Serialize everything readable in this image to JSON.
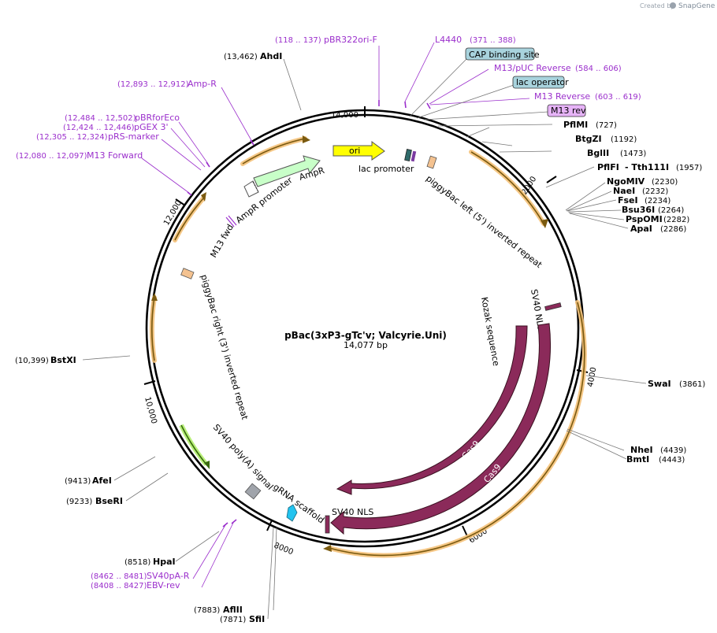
{
  "credit": {
    "prefix": "Created by",
    "brand": "SnapGene"
  },
  "plasmid": {
    "name": "pBac(3xP3-gTc'v; Valcyrie.Uni)",
    "size": "14,077 bp"
  },
  "ticks": [
    "2000",
    "4000",
    "6000",
    "8000",
    "10,000",
    "12,000",
    "14,000"
  ],
  "colors": {
    "primer": "#9b2fcc",
    "cas9": "#8b2a5a",
    "ori": "#ffff00",
    "ampr": "#c8ffc8",
    "orf": "#ff9900"
  },
  "features": {
    "ori": "ori",
    "lac_promoter": "lac promoter",
    "ampr": "AmpR",
    "ampr_promoter": "AmpR promoter",
    "m13_fwd": "M13 fwd",
    "piggybac_left": "piggyBac left (5') inverted repeat",
    "piggybac_right": "piggyBac right (3') inverted repeat",
    "sv40_nls_top": "SV40 NLS",
    "kozak": "Kozak sequence",
    "cas9_inner": "Cas9",
    "cas9_outer": "Cas9",
    "sv40_nls_bottom": "SV40 NLS",
    "grna": "gRNA scaffold",
    "sv40_polya": "SV40 poly(A) signal"
  },
  "boxes": {
    "cap": "CAP binding site",
    "lac_operator": "lac operator",
    "m13_rev": "M13 rev"
  },
  "sites": [
    {
      "name": "AhdI",
      "pos": "(13,462)"
    },
    {
      "name": "PflMI",
      "pos": "(727)"
    },
    {
      "name": "BtgZI",
      "pos": "(1192)"
    },
    {
      "name": "BglII",
      "pos": "(1473)"
    },
    {
      "name": "PflFI",
      "pos": "(1957)"
    },
    {
      "name": "Tth111I",
      "pos": ""
    },
    {
      "name": "NgoMIV",
      "pos": "(2230)"
    },
    {
      "name": "NaeI",
      "pos": "(2232)"
    },
    {
      "name": "FseI",
      "pos": "(2234)"
    },
    {
      "name": "Bsu36I",
      "pos": "(2264)"
    },
    {
      "name": "PspOMI",
      "pos": "(2282)"
    },
    {
      "name": "ApaI",
      "pos": "(2286)"
    },
    {
      "name": "SwaI",
      "pos": "(3861)"
    },
    {
      "name": "NheI",
      "pos": "(4439)"
    },
    {
      "name": "BmtI",
      "pos": "(4443)"
    },
    {
      "name": "SfiI",
      "pos": "(7871)"
    },
    {
      "name": "AflII",
      "pos": "(7883)"
    },
    {
      "name": "HpaI",
      "pos": "(8518)"
    },
    {
      "name": "BseRI",
      "pos": "(9233)"
    },
    {
      "name": "AfeI",
      "pos": "(9413)"
    },
    {
      "name": "BstXI",
      "pos": "(10,399)"
    }
  ],
  "primers": [
    {
      "name": "pBR322ori-F",
      "pos": "(118 .. 137)"
    },
    {
      "name": "L4440",
      "pos": "(371 .. 388)"
    },
    {
      "name": "M13/pUC Reverse",
      "pos": "(584 .. 606)"
    },
    {
      "name": "M13 Reverse",
      "pos": "(603 .. 619)"
    },
    {
      "name": "Amp-R",
      "pos": "(12,893 .. 12,912)"
    },
    {
      "name": "pBRforEco",
      "pos": "(12,484 .. 12,502)"
    },
    {
      "name": "pGEX 3'",
      "pos": "(12,424 .. 12,446)"
    },
    {
      "name": "pRS-marker",
      "pos": "(12,305 .. 12,324)"
    },
    {
      "name": "M13 Forward",
      "pos": "(12,080 .. 12,097)"
    },
    {
      "name": "SV40pA-R",
      "pos": "(8462 .. 8481)"
    },
    {
      "name": "EBV-rev",
      "pos": "(8408 .. 8427)"
    }
  ]
}
